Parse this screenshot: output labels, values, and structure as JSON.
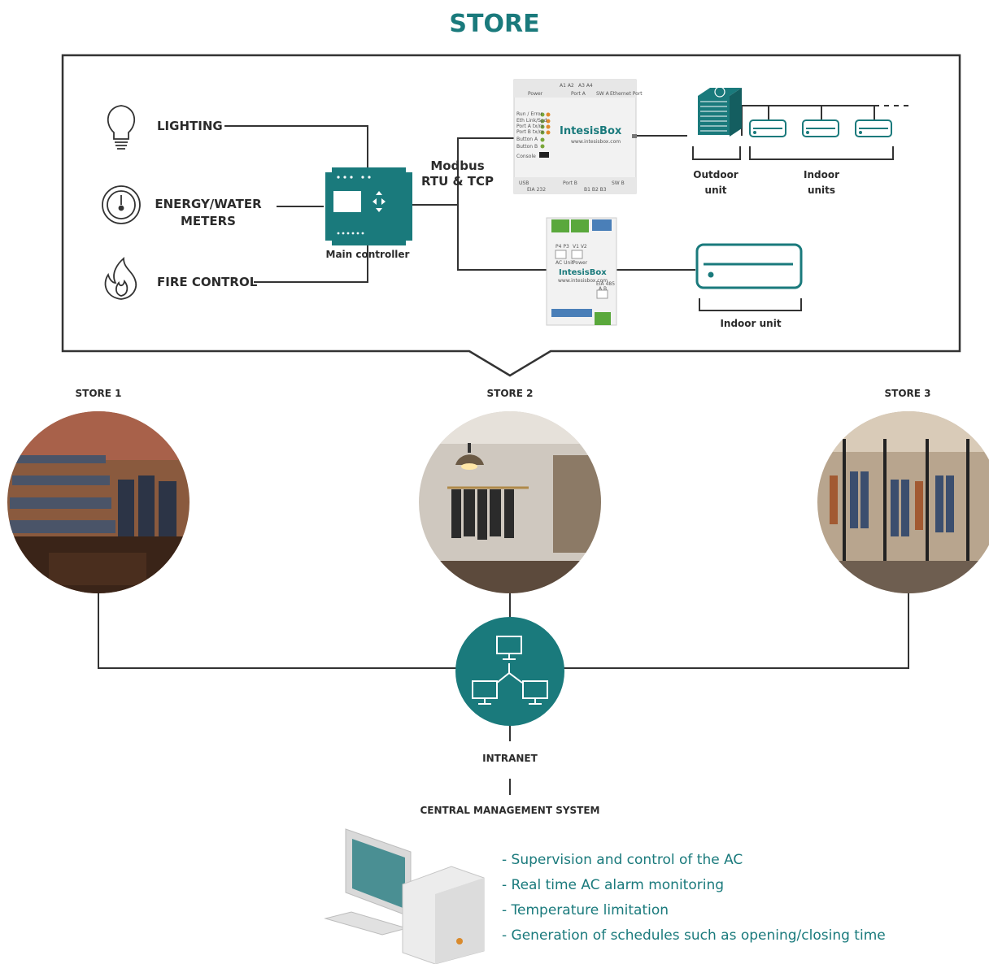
{
  "title": "STORE",
  "colors": {
    "teal": "#1a7a7c",
    "dark": "#2b2b2b",
    "line": "#333333"
  },
  "systems": {
    "lighting": "LIGHTING",
    "meters_1": "ENERGY/WATER",
    "meters_2": "METERS",
    "fire": "FIRE CONTROL"
  },
  "main_controller": "Main controller",
  "protocol": {
    "line1": "Modbus",
    "line2": "RTU & TCP"
  },
  "gateway_top": {
    "brand": "IntesisBox",
    "url": "www.intesisbox.com",
    "labels": [
      "Power",
      "Port A",
      "SW A",
      "Ethernet Port",
      "A1 A2",
      "A3 A4",
      "Run / Error",
      "Eth Link/Spd",
      "Port A tx/rx",
      "Port B tx/rx",
      "Button A",
      "Button B",
      "Console",
      "USB",
      "Port B",
      "SW B",
      "EIA 232",
      "B1 B2 B3"
    ]
  },
  "gateway_bottom": {
    "brand": "IntesisBox",
    "url": "www.intesisbox.com",
    "labels": [
      "P4 P3",
      "V1 V2",
      "AC Unit",
      "Power",
      "EIA 485",
      "A B"
    ]
  },
  "outdoor_unit": {
    "line1": "Outdoor",
    "line2": "unit"
  },
  "indoor_units": {
    "line1": "Indoor",
    "line2": "units"
  },
  "indoor_unit": "Indoor unit",
  "stores": [
    {
      "label": "STORE 1"
    },
    {
      "label": "STORE 2"
    },
    {
      "label": "STORE 3"
    }
  ],
  "intranet": "INTRANET",
  "cms": "CENTRAL MANAGEMENT SYSTEM",
  "features": [
    "- Supervision and control of the AC",
    "- Real time AC alarm monitoring",
    "- Temperature limitation",
    "- Generation of schedules such as opening/closing time"
  ]
}
